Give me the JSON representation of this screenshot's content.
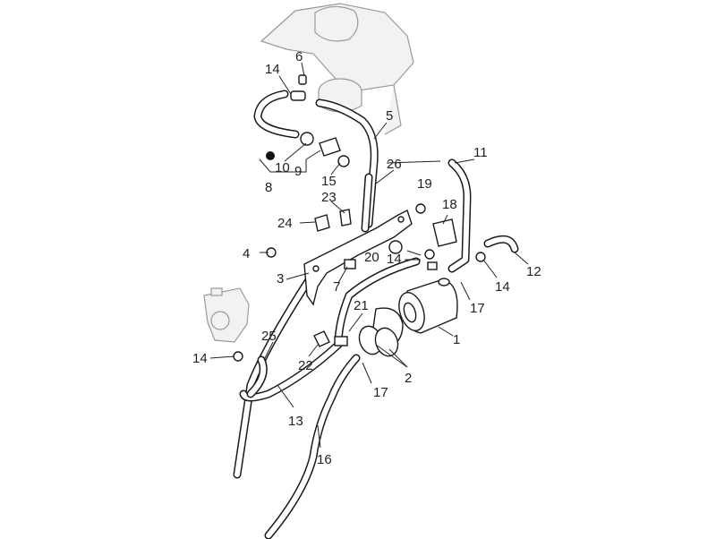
{
  "callouts": {
    "c1": "1",
    "c2": "2",
    "c3": "3",
    "c4": "4",
    "c5": "5",
    "c6": "6",
    "c7": "7",
    "c8": "8",
    "c9": "9",
    "c10": "10",
    "c11": "11",
    "c12": "12",
    "c13": "13",
    "c14a": "14",
    "c14b": "14",
    "c14c": "14",
    "c14d": "14",
    "c15": "15",
    "c16": "16",
    "c17a": "17",
    "c17b": "17",
    "c18": "18",
    "c19": "19",
    "c20": "20",
    "c21": "21",
    "c22": "22",
    "c23": "23",
    "c24": "24",
    "c25": "25",
    "c26": "26"
  },
  "colors": {
    "line": "#1a1a1a",
    "background_part": "#9a9a9a",
    "label": "#222222"
  }
}
